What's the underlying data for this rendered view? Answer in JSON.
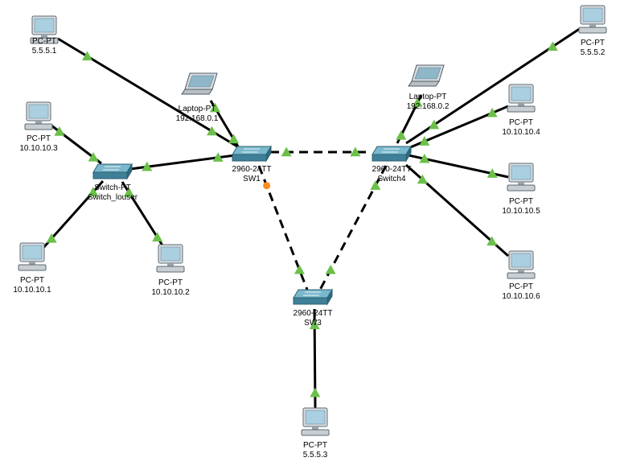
{
  "nodes": [
    {
      "id": "pc_5_5_5_1",
      "kind": "pc",
      "name": "PC-PT",
      "addr": "5.5.5.1",
      "icon": "pc-icon"
    },
    {
      "id": "pc_5_5_5_2",
      "kind": "pc",
      "name": "PC-PT",
      "addr": "5.5.5.2",
      "icon": "pc-icon"
    },
    {
      "id": "pc_5_5_5_3",
      "kind": "pc",
      "name": "PC-PT",
      "addr": "5.5.5.3",
      "icon": "pc-icon"
    },
    {
      "id": "laptop_192_168_0_1",
      "kind": "laptop",
      "name": "Laptop-PT",
      "addr": "192.168.0.1",
      "icon": "laptop-icon"
    },
    {
      "id": "laptop_192_168_0_2",
      "kind": "laptop",
      "name": "Laptop-PT",
      "addr": "192.168.0.2",
      "icon": "laptop-icon"
    },
    {
      "id": "pc_10_10_10_3",
      "kind": "pc",
      "name": "PC-PT",
      "addr": "10.10.10.3",
      "icon": "pc-icon"
    },
    {
      "id": "pc_10_10_10_1",
      "kind": "pc",
      "name": "PC-PT",
      "addr": "10.10.10.1",
      "icon": "pc-icon"
    },
    {
      "id": "pc_10_10_10_2",
      "kind": "pc",
      "name": "PC-PT",
      "addr": "10.10.10.2",
      "icon": "pc-icon"
    },
    {
      "id": "pc_10_10_10_4",
      "kind": "pc",
      "name": "PC-PT",
      "addr": "10.10.10.4",
      "icon": "pc-icon"
    },
    {
      "id": "pc_10_10_10_5",
      "kind": "pc",
      "name": "PC-PT",
      "addr": "10.10.10.5",
      "icon": "pc-icon"
    },
    {
      "id": "pc_10_10_10_6",
      "kind": "pc",
      "name": "PC-PT",
      "addr": "10.10.10.6",
      "icon": "pc-icon"
    },
    {
      "id": "sw_louser",
      "kind": "switch",
      "name": "Switch-PT",
      "addr": "Switch_louser",
      "icon": "switch-icon"
    },
    {
      "id": "sw1",
      "kind": "switch",
      "name": "2960-24TT",
      "addr": "SW1",
      "icon": "switch-icon"
    },
    {
      "id": "switch4",
      "kind": "switch",
      "name": "2960-24TT",
      "addr": "Switch4",
      "icon": "switch-icon"
    },
    {
      "id": "sw3",
      "kind": "switch",
      "name": "2960-24TT",
      "addr": "SW3",
      "icon": "switch-icon"
    }
  ],
  "links": [
    {
      "from": "pc_5_5_5_1",
      "to": "sw1",
      "style": "solid",
      "status_from": "up",
      "status_to": "up"
    },
    {
      "from": "laptop_192_168_0_1",
      "to": "sw1",
      "style": "solid",
      "status_from": "up",
      "status_to": "up"
    },
    {
      "from": "sw_louser",
      "to": "sw1",
      "style": "solid",
      "status_from": "up",
      "status_to": "up"
    },
    {
      "from": "pc_10_10_10_3",
      "to": "sw_louser",
      "style": "solid",
      "status_from": "up",
      "status_to": "up"
    },
    {
      "from": "pc_10_10_10_1",
      "to": "sw_louser",
      "style": "solid",
      "status_from": "up",
      "status_to": "up"
    },
    {
      "from": "pc_10_10_10_2",
      "to": "sw_louser",
      "style": "solid",
      "status_from": "up",
      "status_to": "up"
    },
    {
      "from": "sw1",
      "to": "switch4",
      "style": "dashed",
      "status_from": "up",
      "status_to": "up"
    },
    {
      "from": "sw1",
      "to": "sw3",
      "style": "dashed",
      "status_from": "blocked",
      "status_to": "up"
    },
    {
      "from": "switch4",
      "to": "sw3",
      "style": "dashed",
      "status_from": "up",
      "status_to": "up"
    },
    {
      "from": "pc_5_5_5_2",
      "to": "switch4",
      "style": "solid",
      "status_from": "up",
      "status_to": "up"
    },
    {
      "from": "laptop_192_168_0_2",
      "to": "switch4",
      "style": "solid",
      "status_from": "up",
      "status_to": "up"
    },
    {
      "from": "pc_10_10_10_4",
      "to": "switch4",
      "style": "solid",
      "status_from": "up",
      "status_to": "up"
    },
    {
      "from": "pc_10_10_10_5",
      "to": "switch4",
      "style": "solid",
      "status_from": "up",
      "status_to": "up"
    },
    {
      "from": "pc_10_10_10_6",
      "to": "switch4",
      "style": "solid",
      "status_from": "up",
      "status_to": "up"
    },
    {
      "from": "pc_5_5_5_3",
      "to": "sw3",
      "style": "solid",
      "status_from": "up",
      "status_to": "up"
    }
  ],
  "colors": {
    "link": "#000000",
    "status_up": "#1a8c1a",
    "status_up_light": "#6cc04a",
    "status_blocked": "#ff8c1a",
    "switch_top": "#7ab8cc",
    "switch_side": "#3f8099",
    "pc_body": "#d9dde0",
    "pc_screen": "#a9cfe0"
  }
}
